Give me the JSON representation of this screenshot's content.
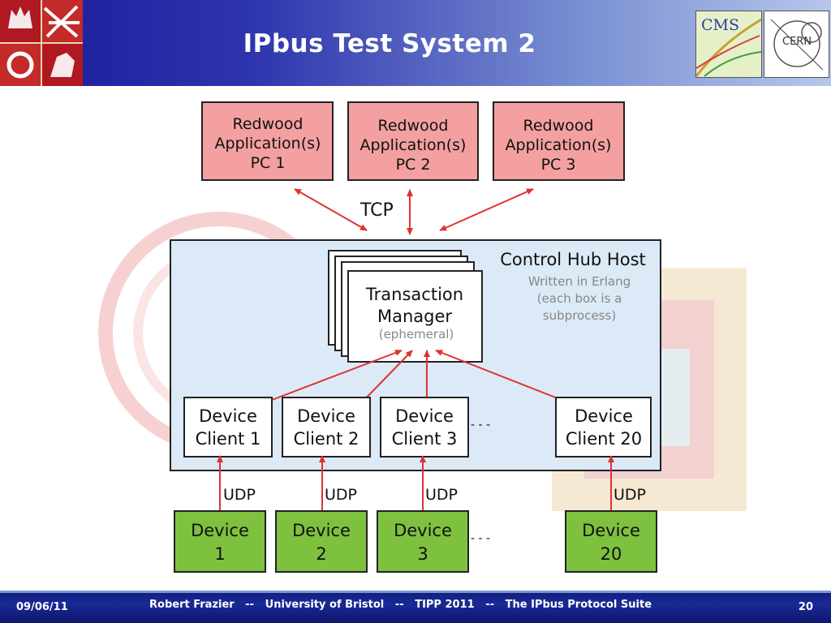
{
  "slide": {
    "title": "IPbus Test System 2"
  },
  "logos": {
    "cms": "CMS",
    "cern": "CERN"
  },
  "diagram": {
    "pcs": [
      {
        "line1": "Redwood",
        "line2": "Application(s)",
        "line3": "PC 1"
      },
      {
        "line1": "Redwood",
        "line2": "Application(s)",
        "line3": "PC 2"
      },
      {
        "line1": "Redwood",
        "line2": "Application(s)",
        "line3": "PC 3"
      }
    ],
    "tcp_label": "TCP",
    "hub": {
      "title": "Control Hub Host",
      "note1": "Written in Erlang",
      "note2": "(each box is a",
      "note3": "subprocess)"
    },
    "transaction_manager": {
      "line1": "Transaction",
      "line2": "Manager",
      "line3": "(ephemeral)"
    },
    "device_clients": [
      {
        "line1": "Device",
        "line2": "Client 1"
      },
      {
        "line1": "Device",
        "line2": "Client 2"
      },
      {
        "line1": "Device",
        "line2": "Client 3"
      },
      {
        "line1": "Device",
        "line2": "Client 20"
      }
    ],
    "ellipsis": "- - -",
    "udp_label": "UDP",
    "devices": [
      {
        "line1": "Device",
        "line2": "1"
      },
      {
        "line1": "Device",
        "line2": "2"
      },
      {
        "line1": "Device",
        "line2": "3"
      },
      {
        "line1": "Device",
        "line2": "20"
      }
    ]
  },
  "footer": {
    "date": "09/06/11",
    "info": "Robert Frazier   --   University of Bristol   --   TIPP 2011   --   The IPbus Protocol Suite",
    "page": "20"
  },
  "colors": {
    "pc_fill": "#f4a0a0",
    "hub_fill": "#dce9f7",
    "device_fill": "#7ec13f",
    "arrow": "#e03232"
  }
}
